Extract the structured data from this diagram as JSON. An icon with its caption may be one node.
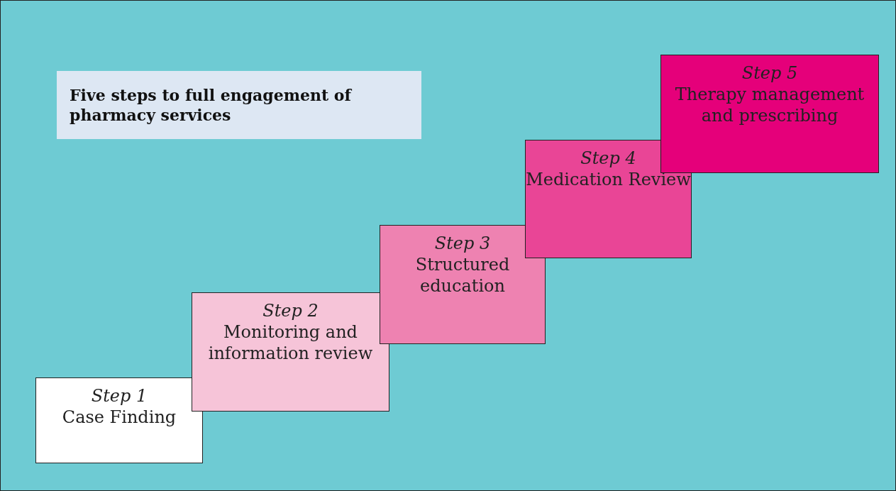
{
  "diagram": {
    "title": "Five steps to full engagement of pharmacy services",
    "nodes": [
      {
        "text": [
          "Step 1",
          "Case Finding"
        ]
      },
      {
        "text": [
          "Step 2",
          "Monitoring and information review"
        ]
      },
      {
        "text": [
          "Step 3",
          "Structured education"
        ]
      },
      {
        "text": [
          "Step 4",
          "Medication Review"
        ]
      },
      {
        "text": [
          "Step 5",
          "Therapy management and prescribing"
        ]
      }
    ]
  }
}
